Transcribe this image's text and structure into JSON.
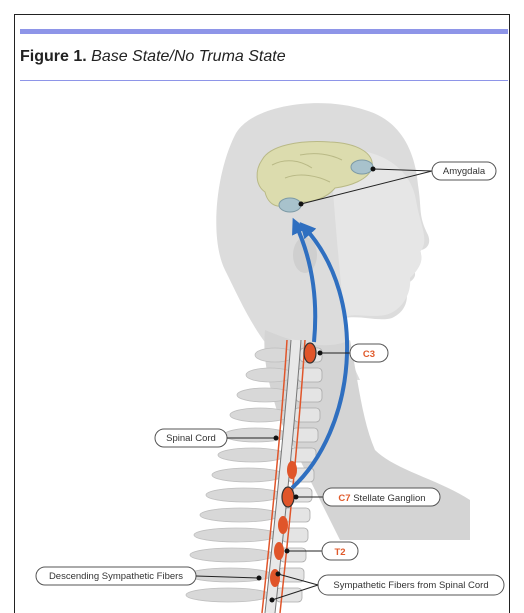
{
  "figure": {
    "label": "Figure 1.",
    "title": "Base State/No Truma State"
  },
  "labels": {
    "amygdala": "Amygdala",
    "c3": "C3",
    "spinal_cord": "Spinal Cord",
    "c7_prefix": "C7",
    "c7_suffix": " Stellate Ganglion",
    "t2": "T2",
    "descending": "Descending Sympathetic Fibers",
    "from_spinal": "Sympathetic Fibers from Spinal Cord"
  },
  "colors": {
    "accent_rule": "#8e95e8",
    "arrow_blue": "#2f6fc0",
    "ganglion_red": "#e0552a",
    "head_gray": "#d9d9d9",
    "brain_yellow": "#dcdcae"
  }
}
